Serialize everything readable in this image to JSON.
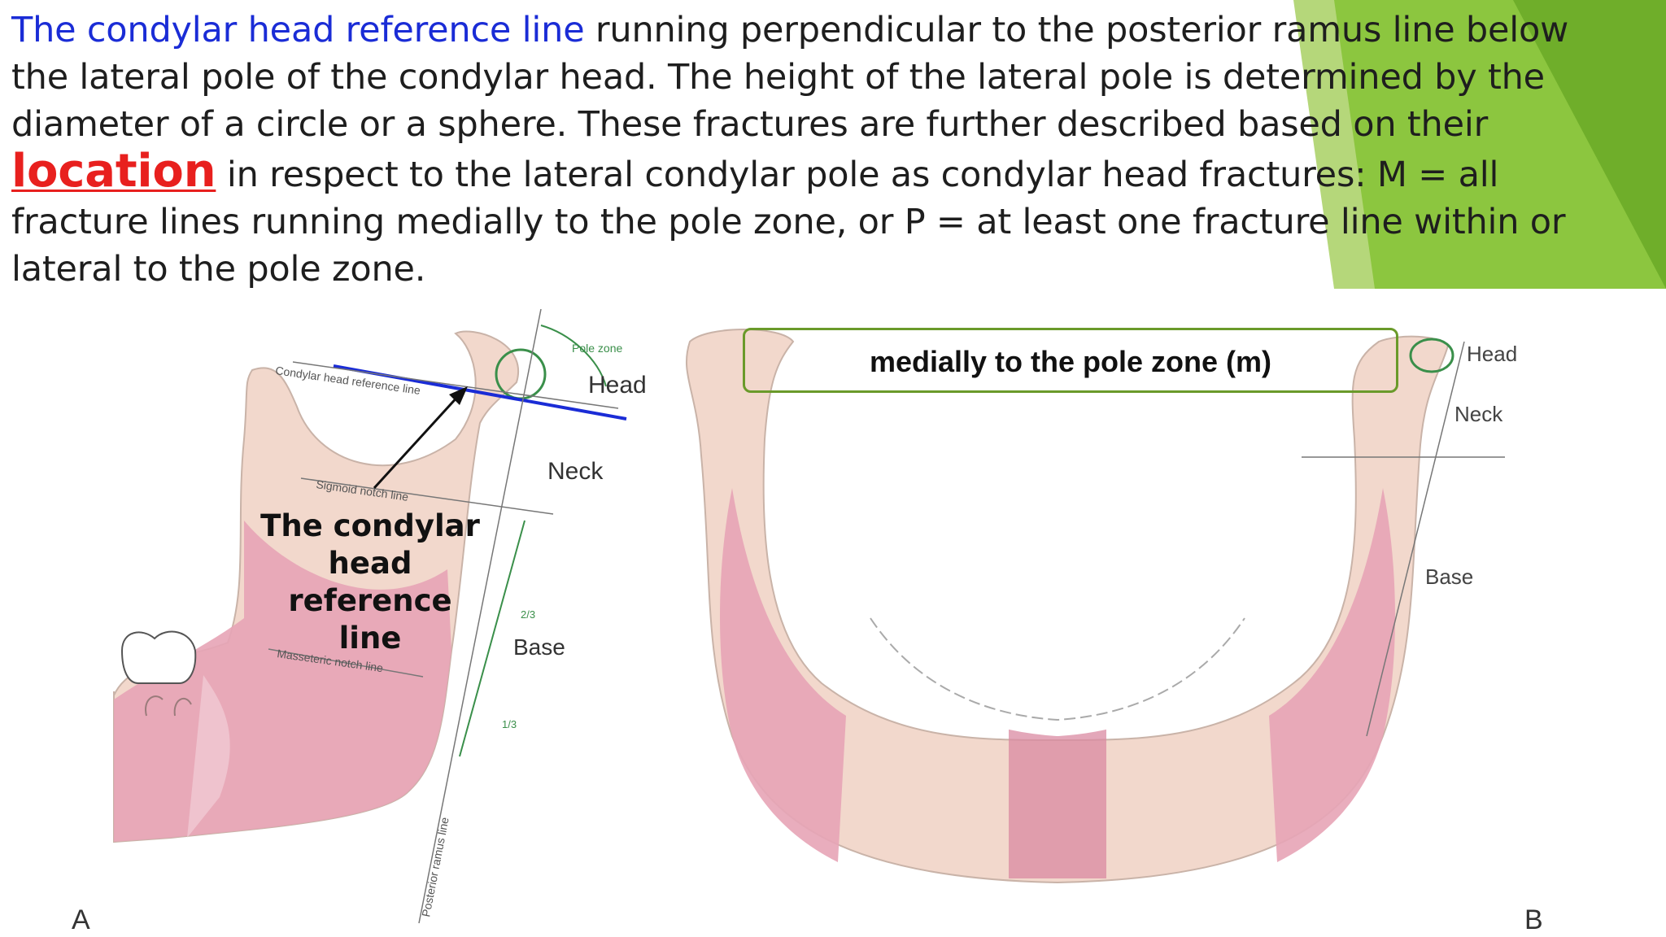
{
  "paragraph": {
    "lead": "The condylar head reference line",
    "part1": " running perpendicular to the posterior ramus line below the lateral pole of the condylar head. The height of the lateral pole is determined by the diameter of a circle or a sphere. These fractures are further described based on their ",
    "emphasis": "location",
    "part2": " in respect to the lateral condylar pole as condylar head fractures: M = all fracture lines running medially to the pole zone, or P = at least one fracture line within or lateral to the pole zone."
  },
  "figure_a": {
    "letter": "A",
    "callout_lines": [
      "The condylar head",
      "reference",
      "line"
    ],
    "labels": {
      "pole_zone": "Pole zone",
      "head": "Head",
      "neck": "Neck",
      "base": "Base",
      "condylar_head_reference_line": "Condylar head reference line",
      "sigmoid_notch_line": "Sigmoid notch line",
      "masseteric_notch_line": "Masseteric notch line",
      "posterior_ramus_line": "Posterior ramus line",
      "two_thirds": "2/3",
      "one_third": "1/3"
    }
  },
  "figure_b": {
    "letter": "B",
    "box_text": "medially to the pole zone (m)",
    "labels": {
      "head": "Head",
      "neck": "Neck",
      "base": "Base"
    }
  },
  "colors": {
    "accent_green": "#8cc63f",
    "highlight_blue": "#1a2cd6",
    "highlight_red": "#e8201e",
    "bone_pink": "#e7a4b6",
    "bone_beige": "#f0d6c8"
  }
}
